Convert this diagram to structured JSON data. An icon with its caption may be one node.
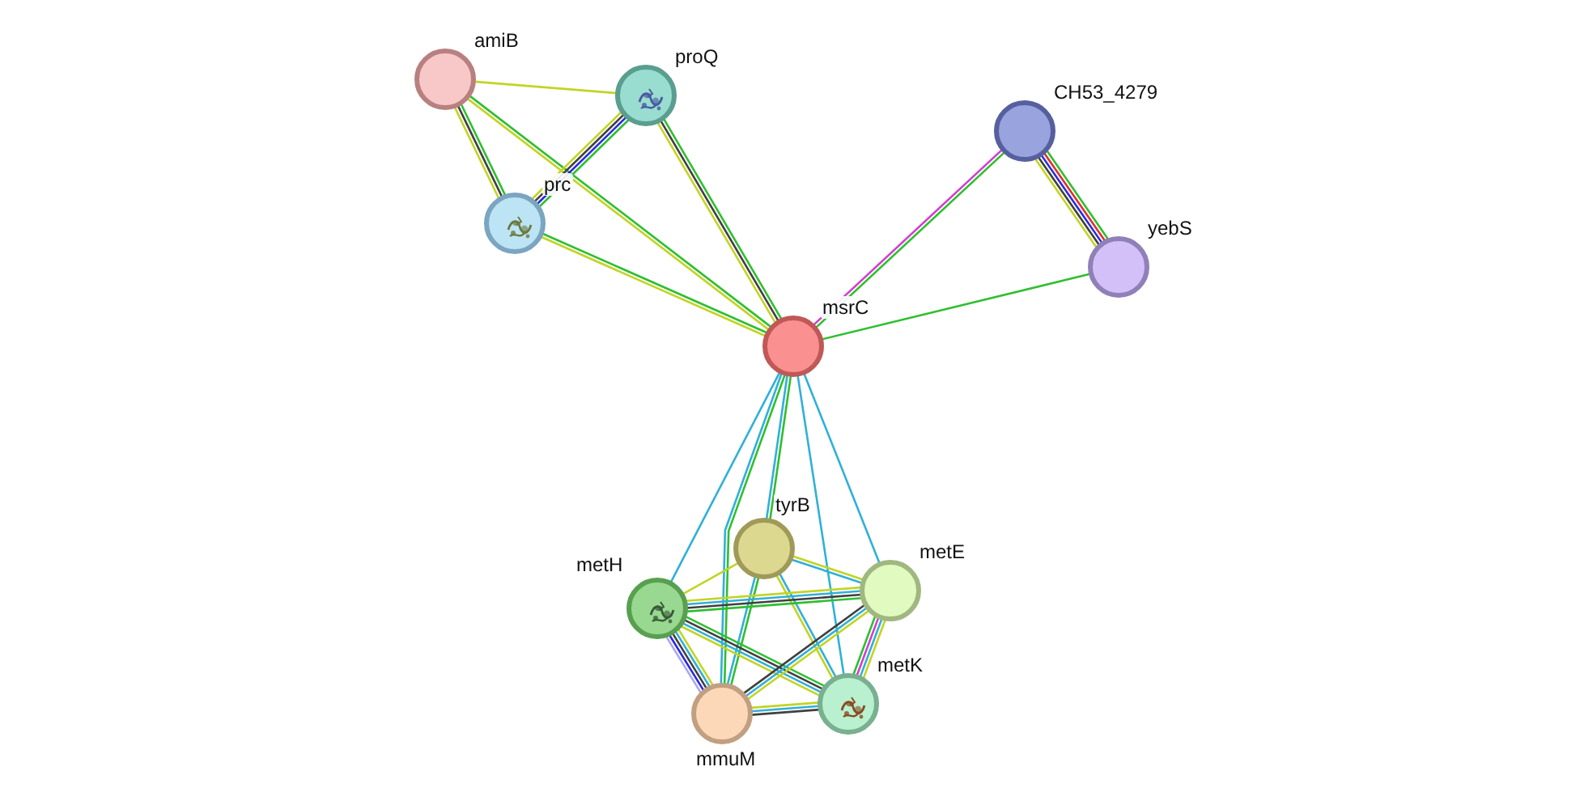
{
  "diagram": {
    "nodes": [
      {
        "text": [
          "amiB"
        ]
      },
      {
        "text": [
          "proQ"
        ]
      },
      {
        "text": [
          "prc"
        ]
      },
      {
        "text": [
          "CH53_4279"
        ]
      },
      {
        "text": [
          "yebS"
        ]
      },
      {
        "text": [
          "msrC"
        ]
      },
      {
        "text": [
          "tyrB"
        ]
      },
      {
        "text": [
          "metH"
        ]
      },
      {
        "text": [
          "metE"
        ]
      },
      {
        "text": [
          "mmuM"
        ]
      },
      {
        "text": [
          "metK"
        ]
      }
    ],
    "edges": [
      {
        "from": 0,
        "to": 1,
        "arrow": "none",
        "color": "#c2d424"
      },
      {
        "from": 0,
        "to": 2,
        "arrow": "none",
        "color": "#2fbf2f"
      },
      {
        "from": 0,
        "to": 2,
        "arrow": "none",
        "color": "#404040"
      },
      {
        "from": 0,
        "to": 2,
        "arrow": "none",
        "color": "#c2d424"
      },
      {
        "from": 0,
        "to": 5,
        "arrow": "none",
        "color": "#2fbf2f"
      },
      {
        "from": 0,
        "to": 5,
        "arrow": "none",
        "color": "#c2d424"
      },
      {
        "from": 1,
        "to": 2,
        "arrow": "none",
        "color": "#2fbf2f"
      },
      {
        "from": 1,
        "to": 2,
        "arrow": "none",
        "color": "#2a2ae0"
      },
      {
        "from": 1,
        "to": 2,
        "arrow": "none",
        "color": "#404040"
      },
      {
        "from": 1,
        "to": 2,
        "arrow": "none",
        "color": "#c2d424"
      },
      {
        "from": 1,
        "to": 5,
        "arrow": "none",
        "color": "#2fbf2f"
      },
      {
        "from": 1,
        "to": 5,
        "arrow": "none",
        "color": "#404040"
      },
      {
        "from": 1,
        "to": 5,
        "arrow": "none",
        "color": "#c2d424"
      },
      {
        "from": 2,
        "to": 5,
        "arrow": "none",
        "color": "#2fbf2f"
      },
      {
        "from": 2,
        "to": 5,
        "arrow": "none",
        "color": "#c2d424"
      },
      {
        "from": 3,
        "to": 5,
        "arrow": "none",
        "color": "#2fbf2f"
      },
      {
        "from": 3,
        "to": 5,
        "arrow": "none",
        "color": "#d040d0"
      },
      {
        "from": 3,
        "to": 4,
        "arrow": "none",
        "color": "#2fbf2f"
      },
      {
        "from": 3,
        "to": 4,
        "arrow": "none",
        "color": "#e03030"
      },
      {
        "from": 3,
        "to": 4,
        "arrow": "none",
        "color": "#2a2ae0"
      },
      {
        "from": 3,
        "to": 4,
        "arrow": "none",
        "color": "#404040"
      },
      {
        "from": 3,
        "to": 4,
        "arrow": "none",
        "color": "#c2d424"
      },
      {
        "from": 5,
        "to": 4,
        "arrow": "none",
        "color": "#2fbf2f"
      },
      {
        "from": 5,
        "to": 6,
        "arrow": "none",
        "color": "#2fbf2f"
      },
      {
        "from": 5,
        "to": 6,
        "arrow": "none",
        "color": "#30b0d8"
      },
      {
        "from": 5,
        "to": 7,
        "arrow": "none",
        "color": "#30b0d8"
      },
      {
        "from": 5,
        "to": 8,
        "arrow": "none",
        "color": "#30b0d8"
      },
      {
        "from": 5,
        "to": 9,
        "arrow": "none",
        "color": "#2fbf2f"
      },
      {
        "from": 5,
        "to": 9,
        "arrow": "none",
        "color": "#30b0d8"
      },
      {
        "from": 5,
        "to": 10,
        "arrow": "none",
        "color": "#30b0d8"
      },
      {
        "from": 6,
        "to": 7,
        "arrow": "none",
        "color": "#c2d424"
      },
      {
        "from": 6,
        "to": 8,
        "arrow": "none",
        "color": "#c2d424"
      },
      {
        "from": 6,
        "to": 8,
        "arrow": "none",
        "color": "#30b0d8"
      },
      {
        "from": 6,
        "to": 9,
        "arrow": "none",
        "color": "#2fbf2f"
      },
      {
        "from": 6,
        "to": 9,
        "arrow": "none",
        "color": "#30b0d8"
      },
      {
        "from": 6,
        "to": 10,
        "arrow": "none",
        "color": "#30b0d8"
      },
      {
        "from": 6,
        "to": 10,
        "arrow": "none",
        "color": "#c2d424"
      },
      {
        "from": 7,
        "to": 8,
        "arrow": "none",
        "color": "#c2d424"
      },
      {
        "from": 7,
        "to": 8,
        "arrow": "none",
        "color": "#30b0d8"
      },
      {
        "from": 7,
        "to": 8,
        "arrow": "none",
        "color": "#404040"
      },
      {
        "from": 7,
        "to": 8,
        "arrow": "none",
        "color": "#2fbf2f"
      },
      {
        "from": 7,
        "to": 9,
        "arrow": "none",
        "color": "#c2d424"
      },
      {
        "from": 7,
        "to": 9,
        "arrow": "none",
        "color": "#30b0d8"
      },
      {
        "from": 7,
        "to": 9,
        "arrow": "none",
        "color": "#404040"
      },
      {
        "from": 7,
        "to": 9,
        "arrow": "none",
        "color": "#2a2ae0"
      },
      {
        "from": 7,
        "to": 9,
        "arrow": "none",
        "color": "#a8a8f0"
      },
      {
        "from": 7,
        "to": 10,
        "arrow": "none",
        "color": "#2fbf2f"
      },
      {
        "from": 7,
        "to": 10,
        "arrow": "none",
        "color": "#404040"
      },
      {
        "from": 7,
        "to": 10,
        "arrow": "none",
        "color": "#30b0d8"
      },
      {
        "from": 7,
        "to": 10,
        "arrow": "none",
        "color": "#c2d424"
      },
      {
        "from": 8,
        "to": 9,
        "arrow": "none",
        "color": "#c2d424"
      },
      {
        "from": 8,
        "to": 9,
        "arrow": "none",
        "color": "#30b0d8"
      },
      {
        "from": 8,
        "to": 9,
        "arrow": "none",
        "color": "#404040"
      },
      {
        "from": 8,
        "to": 10,
        "arrow": "none",
        "color": "#c2d424"
      },
      {
        "from": 8,
        "to": 10,
        "arrow": "none",
        "color": "#30b0d8"
      },
      {
        "from": 8,
        "to": 10,
        "arrow": "none",
        "color": "#d040d0"
      },
      {
        "from": 8,
        "to": 10,
        "arrow": "none",
        "color": "#2fbf2f"
      },
      {
        "from": 9,
        "to": 10,
        "arrow": "none",
        "color": "#c2d424"
      },
      {
        "from": 9,
        "to": 10,
        "arrow": "none",
        "color": "#30b0d8"
      },
      {
        "from": 9,
        "to": 10,
        "arrow": "none",
        "color": "#404040"
      }
    ]
  }
}
